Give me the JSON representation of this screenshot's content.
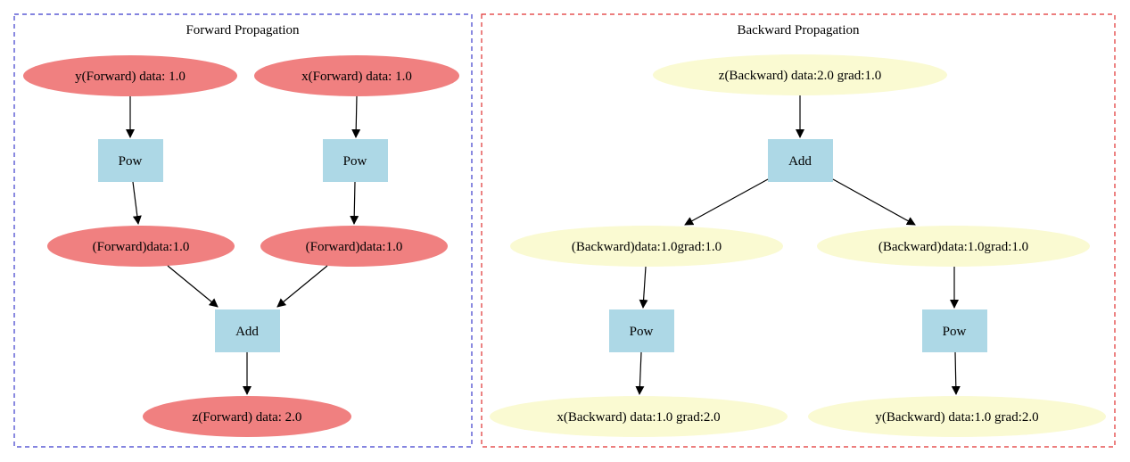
{
  "colors": {
    "forward_node": "#f08080",
    "backward_node": "#fafad2",
    "op_node": "#add8e6",
    "forward_border": "#3b3bcc",
    "backward_border": "#e03030"
  },
  "forward": {
    "title": "Forward Propagation",
    "y_in": "y(Forward) data: 1.0",
    "x_in": "x(Forward) data: 1.0",
    "pow_left": "Pow",
    "pow_right": "Pow",
    "mid_left": "(Forward)data:1.0",
    "mid_right": "(Forward)data:1.0",
    "add": "Add",
    "z_out": "z(Forward) data: 2.0"
  },
  "backward": {
    "title": "Backward Propagation",
    "z_in": "z(Backward) data:2.0 grad:1.0",
    "add": "Add",
    "mid_left": "(Backward)data:1.0grad:1.0",
    "mid_right": "(Backward)data:1.0grad:1.0",
    "pow_left": "Pow",
    "pow_right": "Pow",
    "x_out": "x(Backward) data:1.0 grad:2.0",
    "y_out": "y(Backward) data:1.0 grad:2.0"
  }
}
